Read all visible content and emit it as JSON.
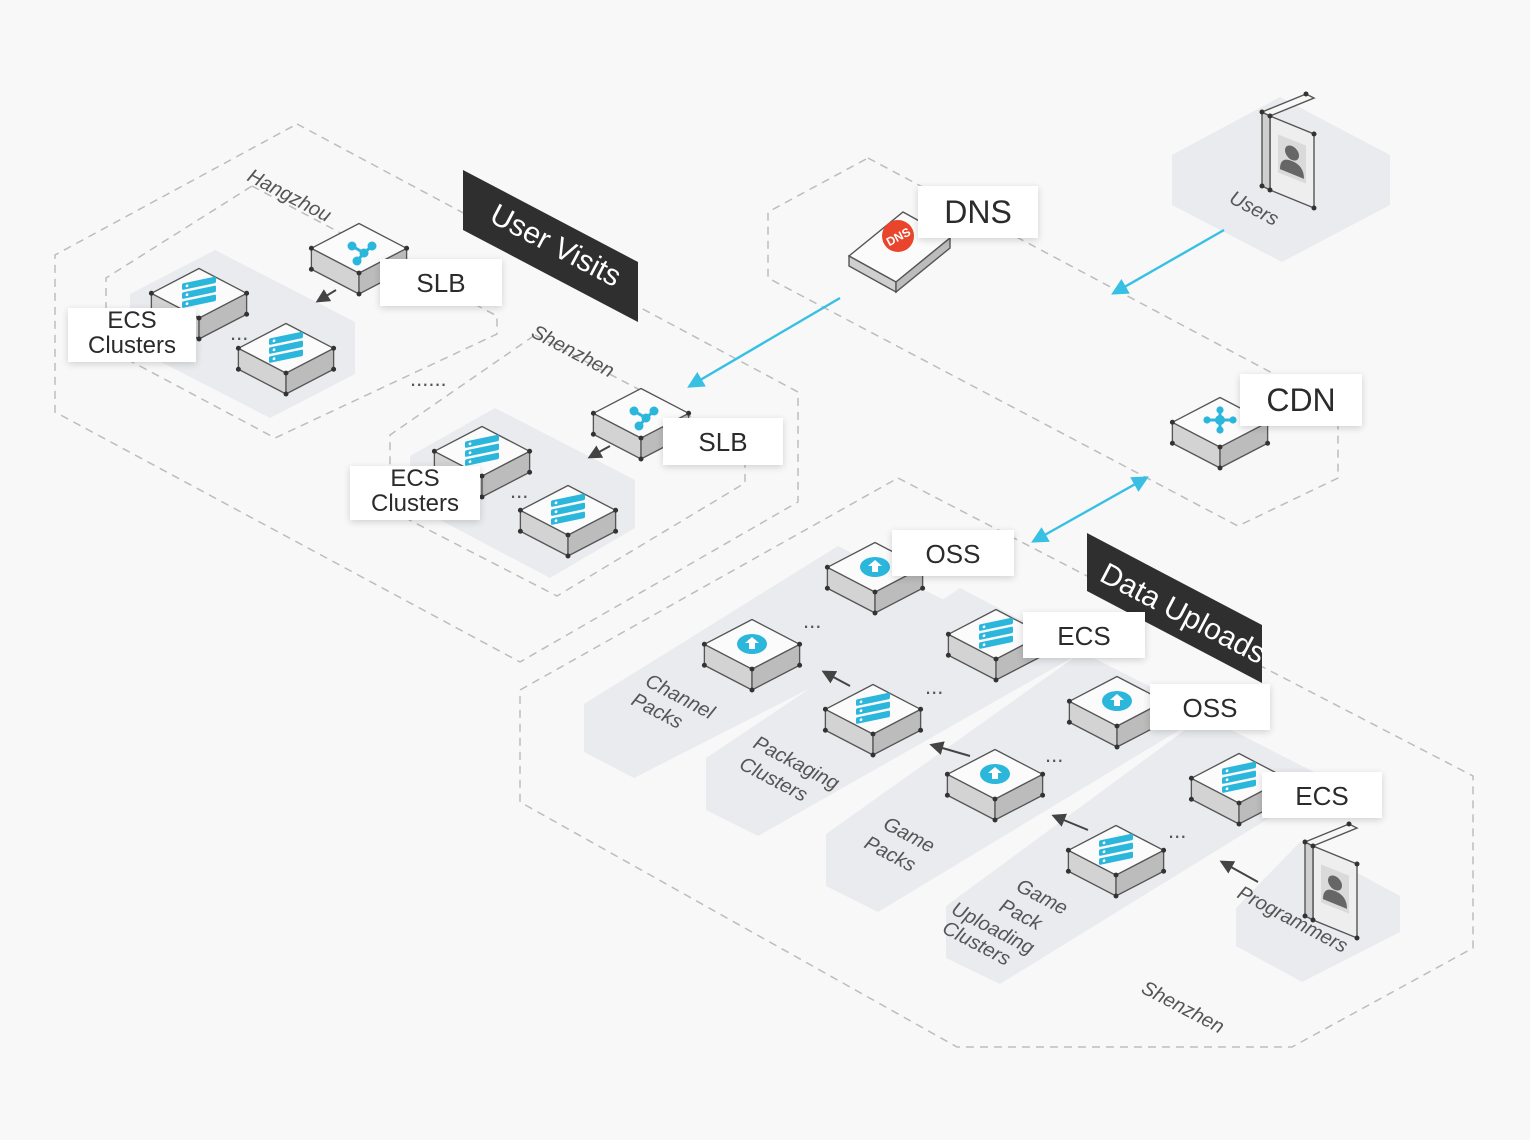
{
  "banners": {
    "user_visits": "User Visits",
    "data_uploads": "Data Uploads"
  },
  "regions": {
    "hangzhou": "Hangzhou",
    "shenzhen_top": "Shenzhen",
    "shenzhen_bottom": "Shenzhen"
  },
  "user_visits": {
    "hangzhou_slb": "SLB",
    "hangzhou_ecs_line1": "ECS",
    "hangzhou_ecs_line2": "Clusters",
    "shenzhen_slb": "SLB",
    "shenzhen_ecs_line1": "ECS",
    "shenzhen_ecs_line2": "Clusters",
    "ellipsis": "......"
  },
  "edge": {
    "dns": "DNS",
    "dns_icon_text": "DNS",
    "cdn": "CDN",
    "users": "Users"
  },
  "data_uploads": {
    "oss_top": "OSS",
    "ecs_top": "ECS",
    "oss_mid": "OSS",
    "ecs_bottom": "ECS",
    "channel_packs": [
      "Channel",
      "Packs"
    ],
    "packaging_clusters": [
      "Packaging",
      "Clusters"
    ],
    "game_packs": [
      "Game",
      "Packs"
    ],
    "uploading_clusters": [
      "Game",
      "Pack",
      "Uploading",
      "Clusters"
    ],
    "programmers": "Programmers",
    "ellipsis": "..."
  },
  "colors": {
    "accent": "#2bb6dc",
    "arrow": "#38c0e4",
    "banner": "#2f2f2f",
    "region_fill": "#e9ebee",
    "dash": "#bdbdbd",
    "dns_red": "#e8452c"
  }
}
